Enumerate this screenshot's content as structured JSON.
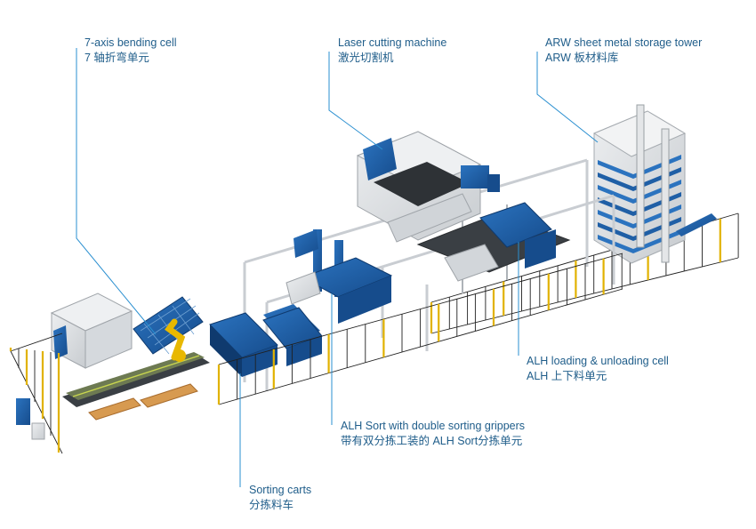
{
  "labels": {
    "bending_cell": {
      "en": "7-axis bending cell",
      "zh": "7 轴折弯单元"
    },
    "laser_cutting": {
      "en": "Laser cutting machine",
      "zh": "激光切割机"
    },
    "storage_tower": {
      "en": "ARW sheet metal storage tower",
      "zh": "ARW 板材料库"
    },
    "alh_cell": {
      "en": "ALH loading & unloading cell",
      "zh": "ALH 上下料单元"
    },
    "alh_sort": {
      "en": "ALH Sort with double sorting grippers",
      "zh": "带有双分拣工装的 ALH Sort分拣单元"
    },
    "sorting_carts": {
      "en": "Sorting carts",
      "zh": "分拣料车"
    }
  },
  "colors": {
    "label_text": "#1f5d8a",
    "leader_line": "#2a8fd0",
    "machine_blue": "#1f5fa6",
    "machine_grey": "#d9dcdf",
    "fence_post": "#e1b200",
    "robot": "#e8b800",
    "wood_pallet": "#d79a50"
  }
}
